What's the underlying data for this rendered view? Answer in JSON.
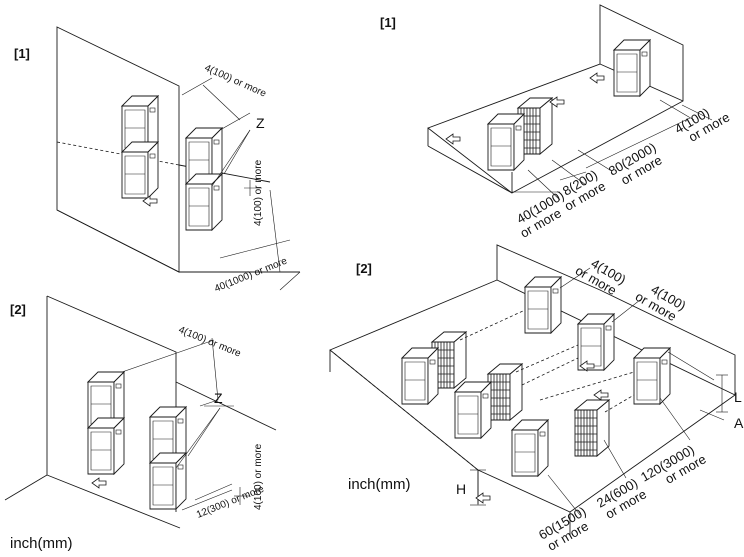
{
  "top_left": {
    "panel": "[1]",
    "dim_top": "4(100) or more",
    "dim_side": "4(100) or more",
    "dim_bottom": "40(1000) or more",
    "marker": "Z"
  },
  "bottom_left": {
    "panel": "[2]",
    "dim_top": "4(100) or more",
    "dim_side": "4(100) or more",
    "dim_bottom": "12(300) or more",
    "marker": "Z",
    "unit": "inch(mm)"
  },
  "top_right": {
    "panel": "[1]",
    "dim_a1": "40(1000)",
    "dim_a2": "or more",
    "dim_b1": "8(200)",
    "dim_b2": "or more",
    "dim_c1": "80(2000)",
    "dim_c2": "or more",
    "dim_d1": "4(100)",
    "dim_d2": "or more"
  },
  "bottom_right": {
    "panel": "[2]",
    "dim_top1_a": "4(100)",
    "dim_top1_b": "or more",
    "dim_top2_a": "4(100)",
    "dim_top2_b": "or more",
    "dim_a1": "60(1500)",
    "dim_a2": "or more",
    "dim_b1": "24(600)",
    "dim_b2": "or more",
    "dim_c1": "120(3000)",
    "dim_c2": "or more",
    "label_h": "H",
    "label_l": "L",
    "label_a": "A",
    "unit": "inch(mm)"
  }
}
